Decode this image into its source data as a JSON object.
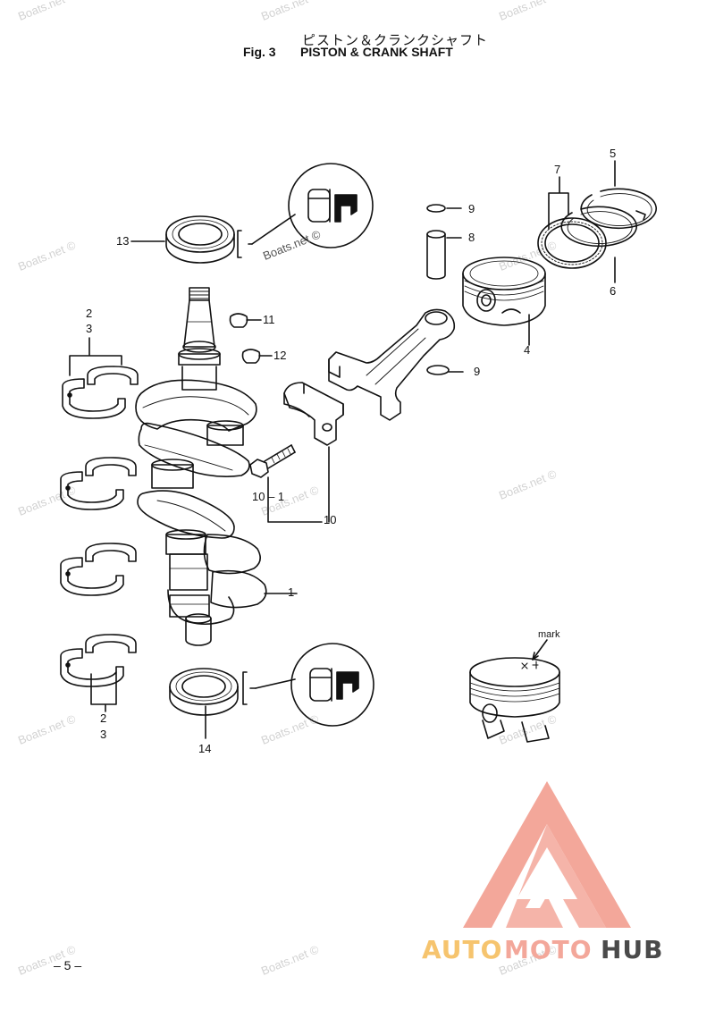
{
  "header": {
    "title_jp": "ピストン＆クランクシャフト",
    "fig_label": "Fig. 3",
    "title_en": "PISTON & CRANK SHAFT"
  },
  "watermark": {
    "text": "Boats.net ©"
  },
  "inset_watermark": {
    "text": "Boats.net ©"
  },
  "callouts": {
    "c1": "1",
    "c2a": "2",
    "c3a": "3",
    "c2b": "2",
    "c3b": "3",
    "c4": "4",
    "c5": "5",
    "c6": "6",
    "c7": "7",
    "c8": "8",
    "c9a": "9",
    "c9b": "9",
    "c10": "10",
    "c10_1": "10 – 1",
    "c11": "11",
    "c12": "12",
    "c13": "13",
    "c14": "14"
  },
  "piston_detail": {
    "mark_label": "mark"
  },
  "page": {
    "number": "– 5 –"
  },
  "logo": {
    "part1": "AUTO",
    "part2": "MOTO",
    "part3": "HUB",
    "color_primary": "#f3a79a",
    "color_secondary": "#f6c46e",
    "color_dark": "#4a4a4a"
  }
}
